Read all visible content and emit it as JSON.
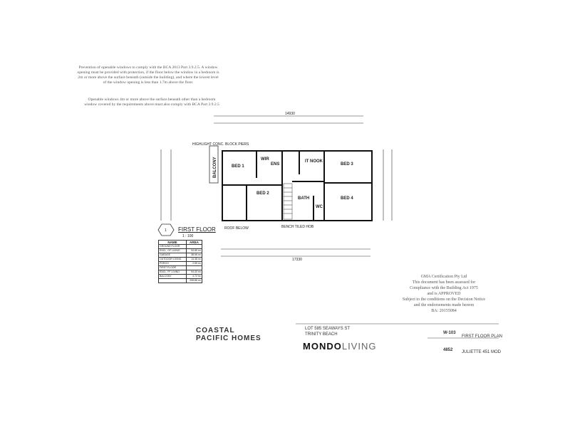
{
  "notes": {
    "windows_protection": "Prevention of openable windows to comply with the BCA 2013 Part 3.9.2.5. A window opening must be provided with protection, if the floor below the window in a bedroom is 2m or more above the surface beneath (outside the building), and where the lowest level of the window opening is less than 1.7m above the floor.",
    "windows_4m": "Openable windows 4m or more above the surface beneath other than a bedroom window covered by the requirements above must also comply with BCA Part 3.9.2.5"
  },
  "certification": {
    "company": "GMA Certification Pty Ltd",
    "line1": "This document has been assessed for",
    "line2": "Compliance with the Building Act 1975",
    "line3": "and is APPROVED",
    "line4": "Subject to the conditions on the Decision Notice",
    "line5": "and the endorsements made hereon",
    "ba": "BA: 20155084"
  },
  "plan": {
    "rooms": {
      "bed1": "BED 1",
      "bed2": "BED 2",
      "bed3": "BED 3",
      "bed4": "BED 4",
      "ens": "ENS",
      "wir": "WIR",
      "it_nook": "IT NOOK",
      "bath": "BATH",
      "wc": "WC",
      "balcony": "BALCONY"
    },
    "dims": {
      "top_overall": "14930",
      "bottom_overall": "17330"
    },
    "labels": {
      "roof_below": "ROOF BELOW",
      "highlight_block": "HIGHLIGHT CONC. BLOCK PIERS",
      "bench_tiled": "BENCH TILED HOB"
    }
  },
  "first_floor": {
    "title": "FIRST FLOOR",
    "scale": "1 : 100",
    "number": "1"
  },
  "area_table": {
    "headers": [
      "NAME",
      "AREA"
    ],
    "rows": [
      [
        "GROUND FLOOR",
        ""
      ],
      [
        "ENCL. GF LIVING",
        "53.85 m²"
      ],
      [
        "GARAGE",
        "38.96 m²"
      ],
      [
        "OUTDOOR LIVING",
        "14.38 m²"
      ],
      [
        "PORCH",
        "2.55 m²"
      ],
      [
        "FIRST FLOOR",
        ""
      ],
      [
        "ENCL. FF LIVING",
        "94.40 m²"
      ],
      [
        "BALCONY",
        "4.72 m²"
      ],
      [
        "",
        "208.86 m²"
      ]
    ]
  },
  "title_block": {
    "company1": "COASTAL",
    "company2": "PACIFIC HOMES",
    "address1": "LOT 585 SEAWAYS ST",
    "address2": "TRINITY BEACH",
    "builder": "MONDO",
    "builder2": "LIVING",
    "sheet": "W-103",
    "sheet_title": "FIRST FLOOR PLAN",
    "job_no": "4852",
    "design": "JULIETTE 451 MOD"
  }
}
